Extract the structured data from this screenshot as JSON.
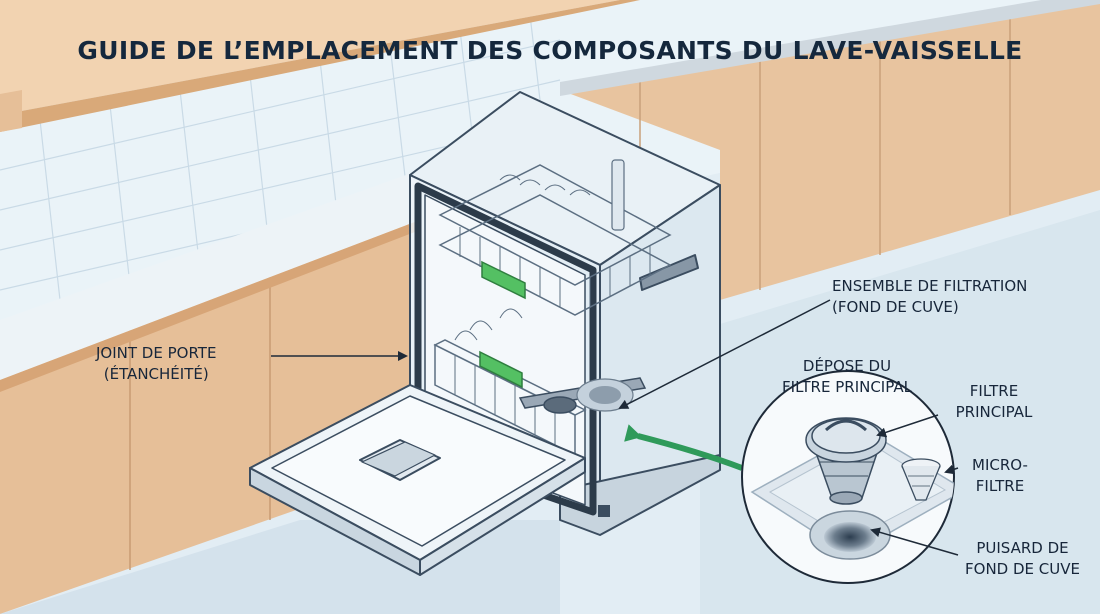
{
  "title": "GUIDE DE L’EMPLACEMENT DES COMPOSANTS DU LAVE-VAISSELLE",
  "labels": {
    "door_seal": [
      "JOINT DE PORTE",
      "(ÉTANCHÉITÉ)"
    ],
    "filter_assembly": [
      "ENSEMBLE DE FILTRATION",
      "(FOND DE CUVE)"
    ],
    "filter_removal": [
      "DÉPOSE DU",
      "FILTRE PRINCIPAL"
    ],
    "main_filter": [
      "FILTRE",
      "PRINCIPAL"
    ],
    "micro_filter": [
      "MICRO-",
      "FILTRE"
    ],
    "sump": [
      "PUISARD DE",
      "FOND DE CUVE"
    ]
  },
  "colors": {
    "accent_green": "#2f9a5a",
    "rack_handle_green": "#54c063",
    "outline": "#3b4d60",
    "cabinet_wood": "#e6bf98",
    "tile_blue": "#dcecf5"
  },
  "icons": [
    "dishwasher-illustration",
    "filter-detail-callout",
    "arrow-icon"
  ]
}
